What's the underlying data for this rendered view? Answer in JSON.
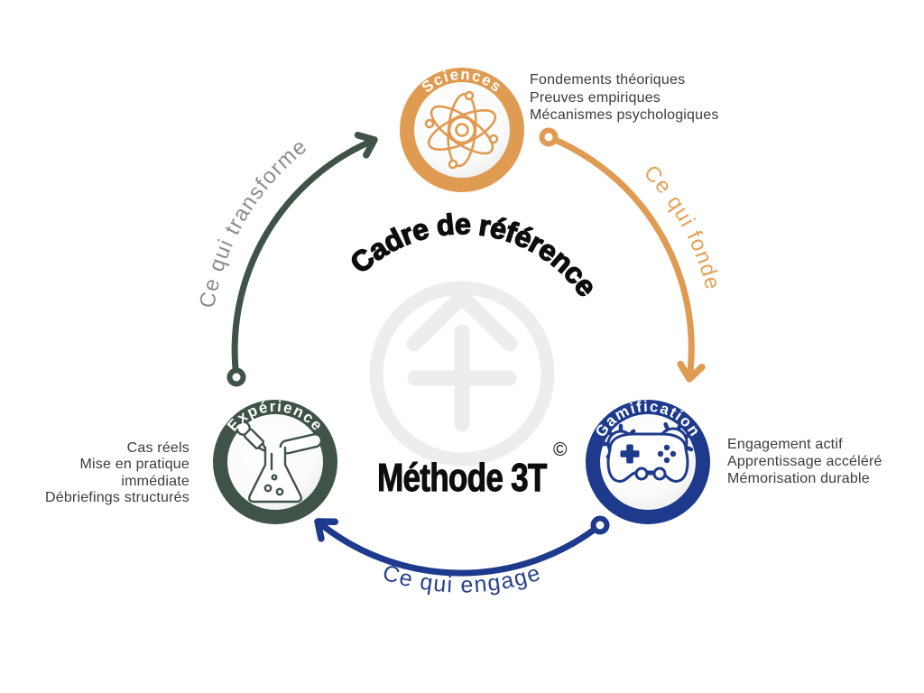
{
  "title": "Cadre de référence",
  "center": {
    "method": "Méthode 3T",
    "copyright": "©"
  },
  "palette": {
    "orange": "#E09B52",
    "blue": "#1D3A8C",
    "green": "#3F5347",
    "gray_label": "#8C8C88",
    "text_dark": "#3C3C3C",
    "title_black": "#0d0d0d",
    "watermark_gray": "#EDEDED"
  },
  "nodes": {
    "sciences": {
      "label": "Sciences",
      "color": "#E09B52",
      "points": [
        "Fondements théoriques",
        "Preuves empiriques",
        "Mécanismes psychologiques"
      ]
    },
    "gamification": {
      "label": "Gamification",
      "color": "#1D3A8C",
      "points": [
        "Engagement actif",
        "Apprentissage accéléré",
        "Mémorisation durable"
      ]
    },
    "experience": {
      "label": "Expérience",
      "color": "#3F5347",
      "points": [
        "Cas réels",
        "Mise en pratique",
        "immédiate",
        "Débriefings structurés"
      ]
    }
  },
  "arrows": {
    "transforme": {
      "label": "Ce qui transforme",
      "stroke": "#3F5347",
      "label_color": "#8C8C88"
    },
    "fonde": {
      "label": "Ce qui fonde",
      "stroke": "#E09B52",
      "label_color": "#E4A155"
    },
    "engage": {
      "label": "Ce qui engage",
      "stroke": "#1D3A8C",
      "label_color": "#27418C"
    }
  }
}
